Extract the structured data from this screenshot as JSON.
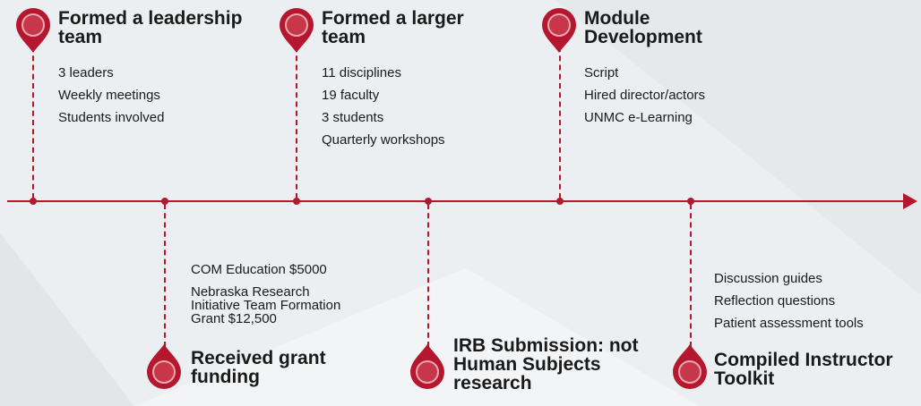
{
  "colors": {
    "accent": "#b5182e",
    "background": "#eceff1"
  },
  "icons": [
    "map-pin-icon"
  ],
  "milestones": [
    {
      "title": "Formed a leadership team",
      "items": [
        "3 leaders",
        "Weekly meetings",
        "Students involved"
      ]
    },
    {
      "title": "Received grant funding",
      "items": [
        "COM Education $5000",
        "Nebraska Research Initiative Team Formation Grant $12,500"
      ]
    },
    {
      "title": "Formed a larger team",
      "items": [
        "11 disciplines",
        "19 faculty",
        "3 students",
        "Quarterly workshops"
      ]
    },
    {
      "title": "IRB Submission: not Human Subjects research",
      "items": []
    },
    {
      "title": "Module Development",
      "items": [
        "Script",
        "Hired director/actors",
        "UNMC e-Learning"
      ]
    },
    {
      "title": "Compiled Instructor Toolkit",
      "items": [
        "Discussion guides",
        "Reflection questions",
        "Patient assessment tools"
      ]
    }
  ]
}
